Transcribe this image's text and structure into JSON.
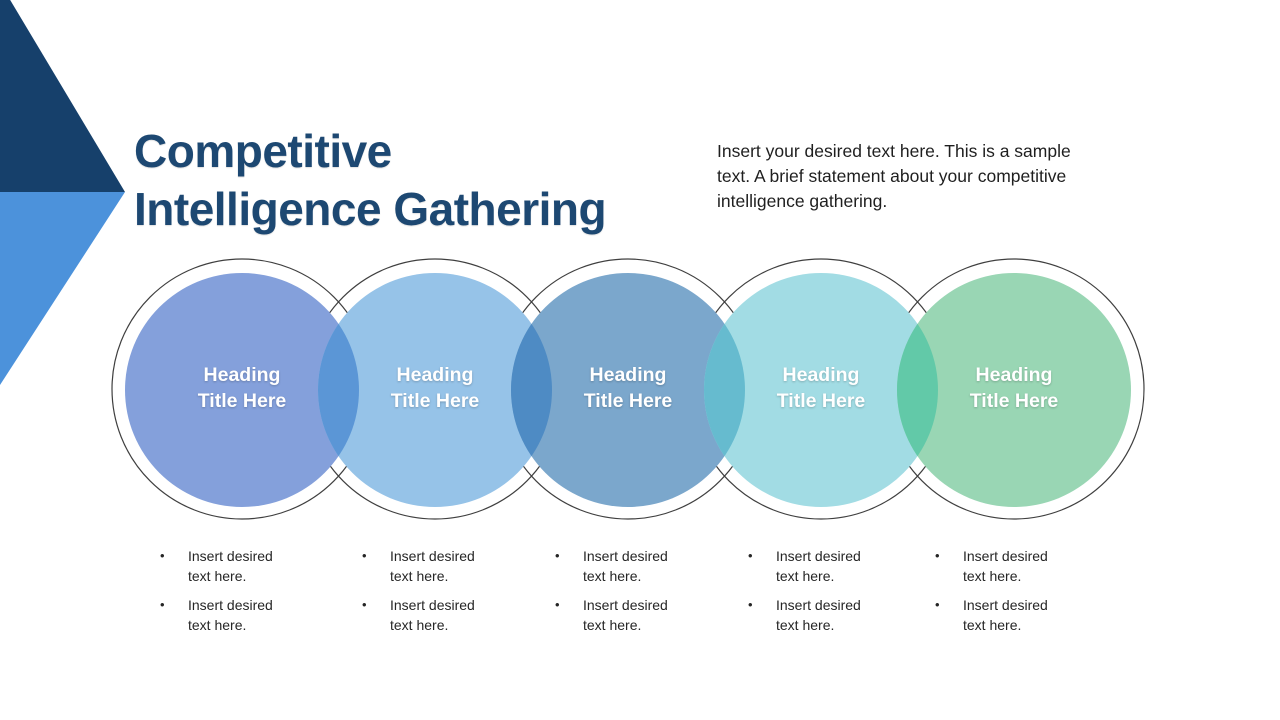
{
  "slide": {
    "title_lines": [
      "Competitive",
      "Intelligence Gathering"
    ],
    "title_color": "#1D4872",
    "intro_text": "Insert your desired text here. This is a sample text. A brief statement about your competitive intelligence gathering.",
    "decoration": {
      "dark_color": "#16406B",
      "light_color": "#4C92DB"
    }
  },
  "diagram": {
    "ring_color": "#3F3F3F",
    "heading_text_color": "#FFFFFF",
    "circles": [
      {
        "heading": "Heading\nTitle Here",
        "fill_color": "#84A0DB",
        "bullets": [
          "Insert desired text here.",
          "Insert desired text here."
        ]
      },
      {
        "heading": "Heading\nTitle Here",
        "fill_color": "#96C3E8",
        "bullets": [
          "Insert desired text here.",
          "Insert desired text here."
        ]
      },
      {
        "heading": "Heading\nTitle Here",
        "fill_color": "#7BA7CC",
        "bullets": [
          "Insert desired text here.",
          "Insert desired text here."
        ]
      },
      {
        "heading": "Heading\nTitle Here",
        "fill_color": "#A2DCE4",
        "bullets": [
          "Insert desired text here.",
          "Insert desired text here."
        ]
      },
      {
        "heading": "Heading\nTitle Here",
        "fill_color": "#99D6B4",
        "bullets": [
          "Insert desired text here.",
          "Insert desired text here."
        ]
      }
    ],
    "overlap_colors": [
      "#5B96D6",
      "#4E8BC4",
      "#66BBCF",
      "#62C9A8"
    ],
    "bullet_marker": "•"
  }
}
